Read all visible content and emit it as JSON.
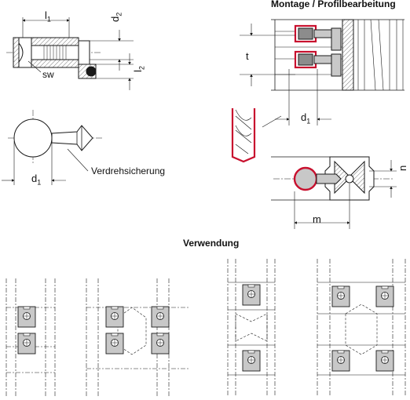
{
  "titles": {
    "montage": "Montage / Profilbearbeitung",
    "verwendung": "Verwendung"
  },
  "labels": {
    "l1": "l",
    "l1_sub": "1",
    "d2": "d",
    "d2_sub": "2",
    "l2": "l",
    "l2_sub": "2",
    "sw": "sw",
    "d1_left": "d",
    "d1_left_sub": "1",
    "verdreh": "Verdrehsicherung",
    "t": "t",
    "d1_right": "d",
    "d1_right_sub": "1",
    "n": "n",
    "m": "m"
  },
  "colors": {
    "line": "#1a1a1a",
    "part_fill": "#c8c8c8",
    "part_fill_dark": "#8c8c8c",
    "highlight": "#c8102e",
    "hatch": "#555555"
  }
}
